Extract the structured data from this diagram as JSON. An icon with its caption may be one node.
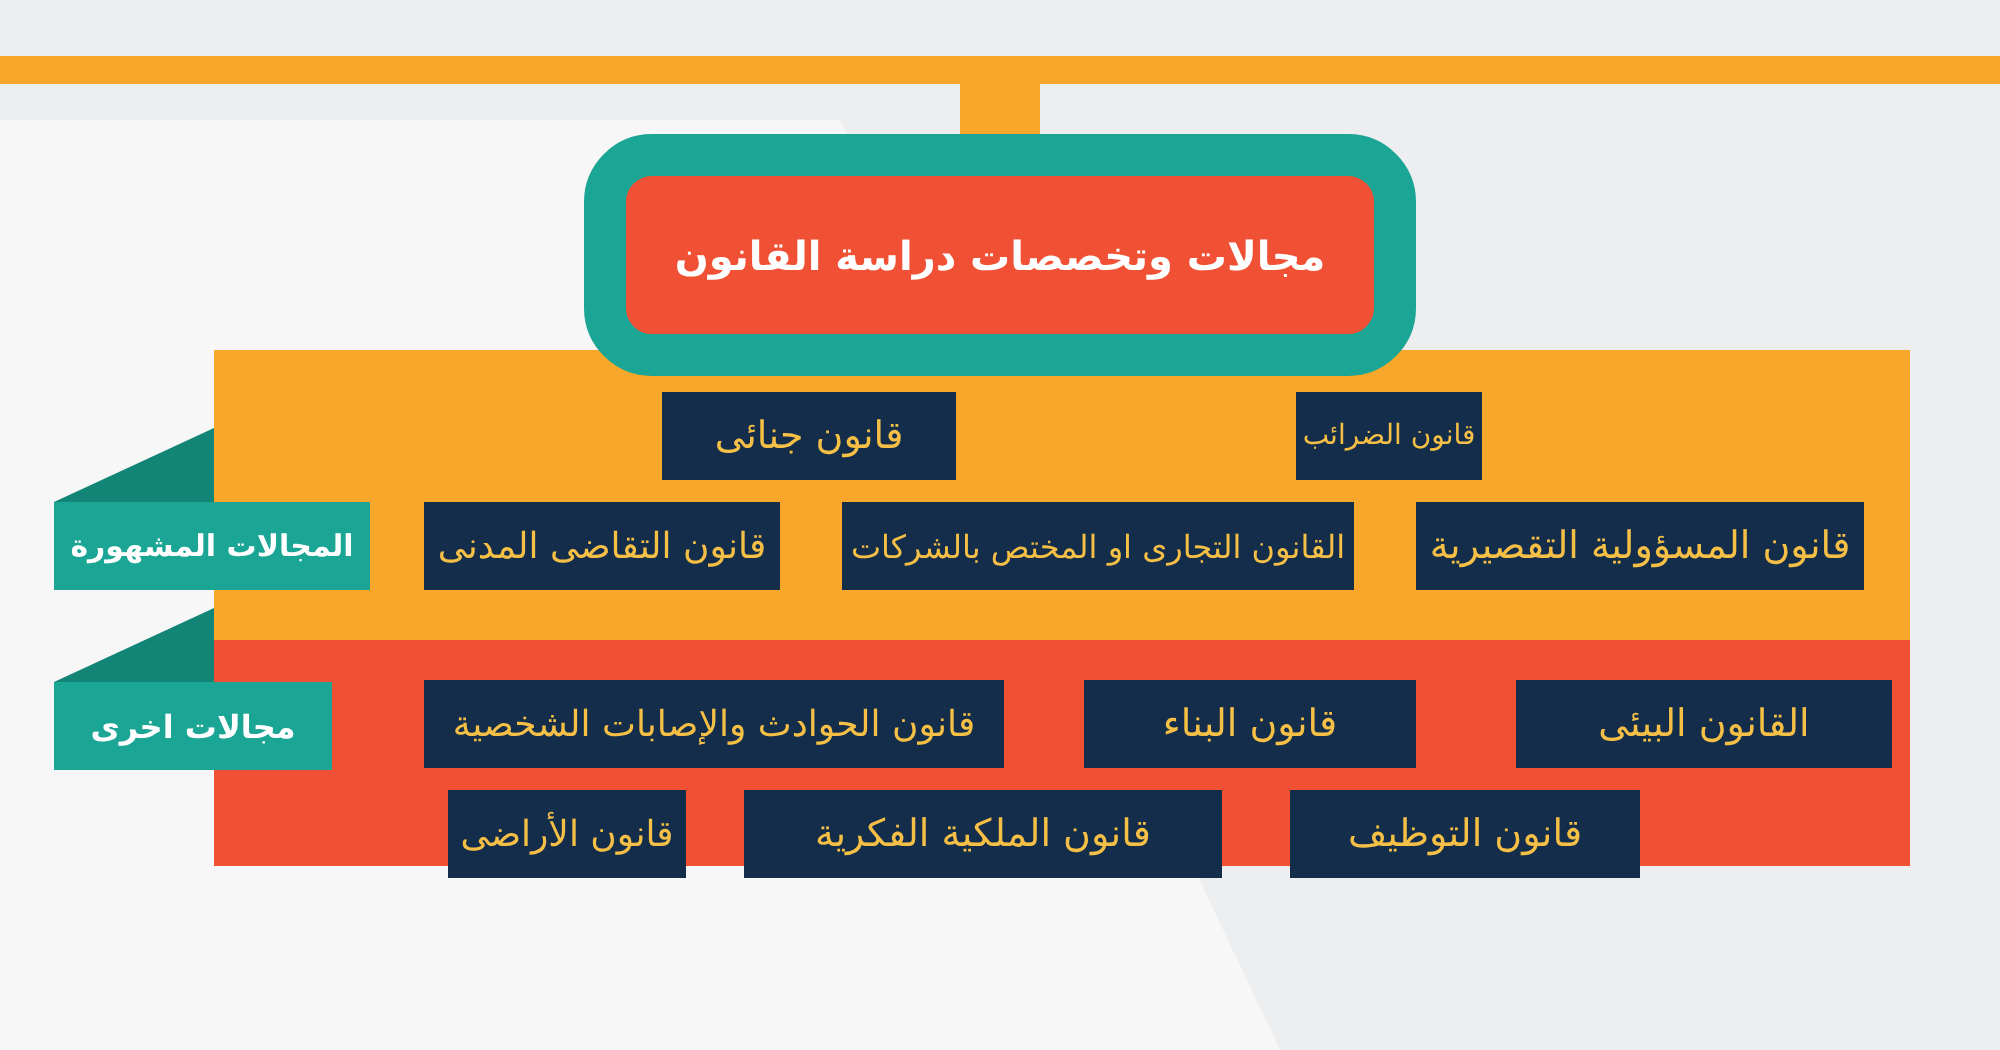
{
  "diagram": {
    "nodes": [
      {
        "text": [
          "مجالات وتخصصات دراسة القانون"
        ]
      },
      {
        "text": [],
        "shape": "band"
      },
      {
        "text": [
          "قانون الضرائب"
        ],
        "in": 1
      },
      {
        "text": [
          "قانون جنائى"
        ],
        "in": 1
      },
      {
        "text": [
          "قانون المسؤولية التقصيرية"
        ],
        "in": 1
      },
      {
        "text": [
          "القانون التجارى او المختص بالشركات"
        ],
        "in": 1
      },
      {
        "text": [
          "قانون التقاضى المدنى"
        ],
        "in": 1
      },
      {
        "text": [
          "المجالات المشهورة"
        ]
      },
      {
        "text": [],
        "shape": "band"
      },
      {
        "text": [
          "القانون البيئى"
        ],
        "in": 8
      },
      {
        "text": [
          "قانون البناء"
        ],
        "in": 8
      },
      {
        "text": [
          "قانون الحوادث والإصابات الشخصية"
        ],
        "in": 8
      },
      {
        "text": [
          "قانون التوظيف"
        ],
        "in": 8
      },
      {
        "text": [
          "قانون الملكية الفكرية"
        ],
        "in": 8
      },
      {
        "text": [
          "قانون الأراضى"
        ],
        "in": 8
      },
      {
        "text": [
          "مجالات اخرى"
        ]
      }
    ]
  }
}
